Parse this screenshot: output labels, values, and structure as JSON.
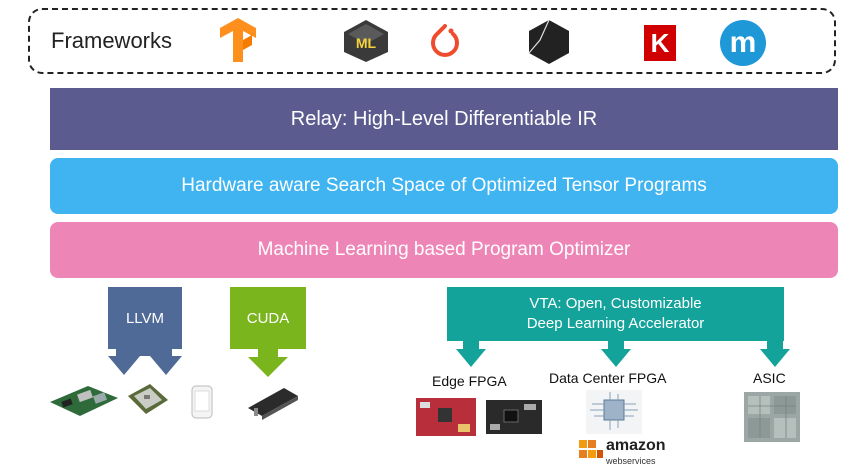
{
  "frameworks": {
    "label": "Frameworks",
    "logos": [
      {
        "icon": "tensorflow-logo-icon",
        "color": "#ff8f1c"
      },
      {
        "icon": "coreml-logo-icon",
        "color": "#3a3a3a",
        "text": "ML"
      },
      {
        "icon": "pytorch-logo-icon",
        "color": "#ee4c2c"
      },
      {
        "icon": "onnx-logo-icon",
        "color": "#222222"
      },
      {
        "icon": "keras-logo-icon",
        "color": "#d00000",
        "text": "K"
      },
      {
        "icon": "mxnet-logo-icon",
        "color": "#1f98d8",
        "text": "m"
      }
    ]
  },
  "layers": {
    "relay": "Relay: High-Level Differentiable IR",
    "search_space": "Hardware aware Search Space of Optimized Tensor Programs",
    "optimizer": "Machine Learning based Program Optimizer"
  },
  "backends": {
    "llvm": "LLVM",
    "cuda": "CUDA",
    "vta_line1": "VTA: Open, Customizable",
    "vta_line2": "Deep Learning Accelerator"
  },
  "targets": {
    "edge_fpga": "Edge FPGA",
    "datacenter_fpga": "Data Center FPGA",
    "asic": "ASIC",
    "aws_word": "amazon",
    "aws_sub": "webservices"
  },
  "colors": {
    "relay": "#5b5b8f",
    "search": "#3fb4f0",
    "optimizer": "#ee85b7",
    "llvm": "#4f6a96",
    "cuda": "#7ab51d",
    "vta": "#14a39b"
  }
}
